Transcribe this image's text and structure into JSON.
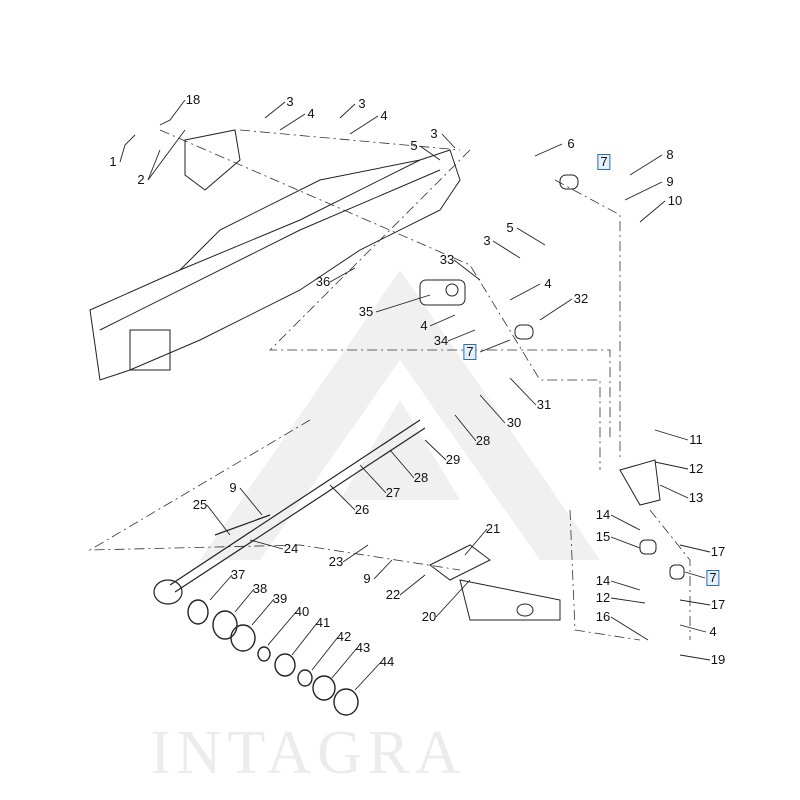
{
  "watermark": "INTAGRA",
  "callouts": [
    "18",
    "3",
    "3",
    "4",
    "4",
    "1",
    "2",
    "3",
    "5",
    "6",
    "7",
    "8",
    "9",
    "10",
    "5",
    "3",
    "33",
    "36",
    "4",
    "32",
    "35",
    "4",
    "34",
    "7",
    "31",
    "30",
    "28",
    "29",
    "28",
    "27",
    "26",
    "11",
    "12",
    "13",
    "9",
    "25",
    "14",
    "15",
    "17",
    "7",
    "14",
    "12",
    "17",
    "16",
    "4",
    "19",
    "24",
    "21",
    "23",
    "9",
    "22",
    "20",
    "37",
    "38",
    "39",
    "40",
    "41",
    "42",
    "43",
    "44"
  ],
  "colors": {
    "line": "#222222",
    "highlight_border": "#2a6fb0",
    "highlight_fill": "#e6f0fa",
    "watermark": "#ececec"
  }
}
